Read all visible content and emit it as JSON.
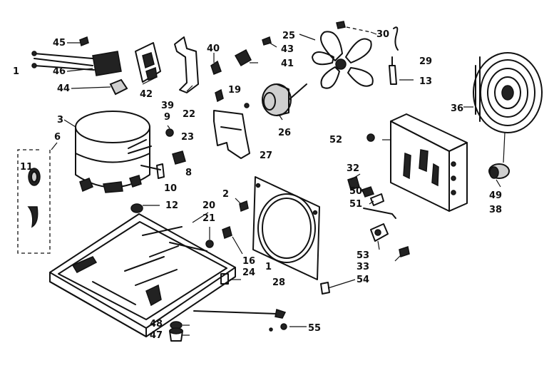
{
  "labels": {
    "n1": "1",
    "n2": "2",
    "n3": "3",
    "n6": "6",
    "n8": "8",
    "n9": "9",
    "n10": "10",
    "n11": "11",
    "n12": "12",
    "n13": "13",
    "n16": "16",
    "n19": "19",
    "n20": "20",
    "n21": "21",
    "n22": "22",
    "n23": "23",
    "n24": "24",
    "n25": "25",
    "n26": "26",
    "n27": "27",
    "n28": "28",
    "n29": "29",
    "n30": "30",
    "n32": "32",
    "n33": "33",
    "n36": "36",
    "n38": "38",
    "n39": "39",
    "n40": "40",
    "n41": "41",
    "n42": "42",
    "n43": "43",
    "n44": "44",
    "n45": "45",
    "n46": "46",
    "n47": "47",
    "n48": "48",
    "n49": "49",
    "n50": "50",
    "n51": "51",
    "n52": "52",
    "n53": "53",
    "n54": "54",
    "n55": "55"
  }
}
